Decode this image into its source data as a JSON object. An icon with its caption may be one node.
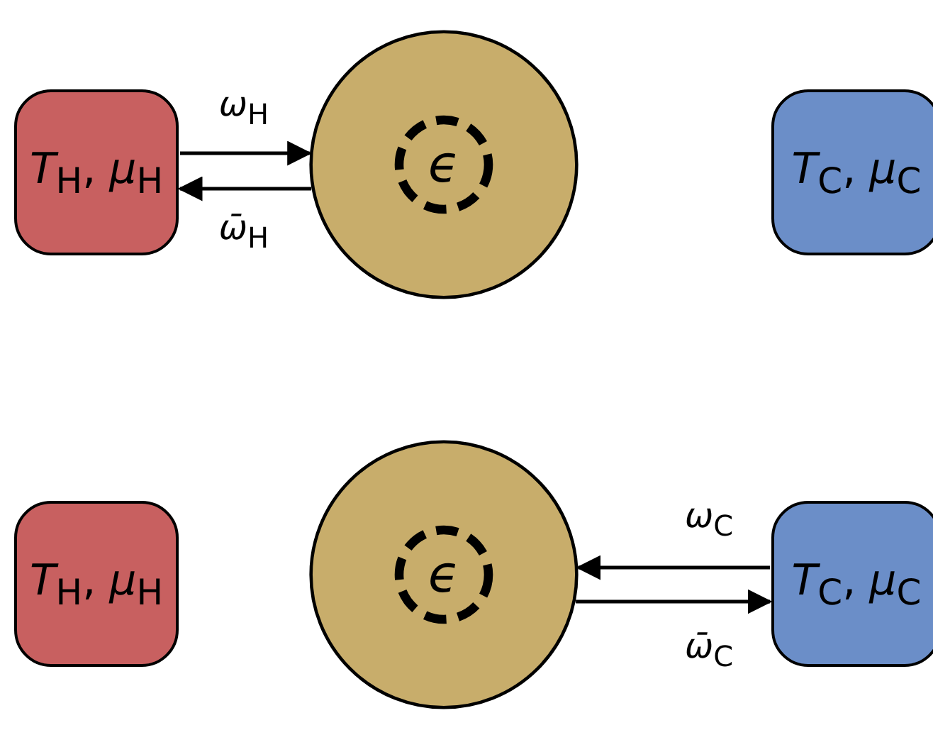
{
  "diagram": {
    "nodes": [
      {
        "text": [
          "*T*$_{H}$, *μ*$_{H}$"
        ]
      },
      {
        "text": [],
        "shape": "circle"
      },
      {
        "text": [
          "*ϵ*"
        ],
        "in": 1
      },
      {
        "text": [
          "*T*$_{C}$, *μ*$_{C}$"
        ]
      },
      {
        "text": [
          "*T*$_{H}$, *μ*$_{H}$"
        ]
      },
      {
        "text": [],
        "shape": "circle"
      },
      {
        "text": [
          "*ϵ*"
        ],
        "in": 5
      },
      {
        "text": [
          "*T*$_{C}$, *μ*$_{C}$"
        ]
      }
    ],
    "edges": [
      {
        "from": 0,
        "to": 1,
        "arrow": "to",
        "label": "*ω*$_{H}$"
      },
      {
        "from": 1,
        "to": 0,
        "arrow": "to",
        "label": "*ω̄*$_{H}$"
      },
      {
        "from": 7,
        "to": 5,
        "arrow": "to",
        "label": "*ω*$_{C}$"
      },
      {
        "from": 5,
        "to": 7,
        "arrow": "to",
        "label": "*ω̄*$_{C}$"
      }
    ]
  }
}
